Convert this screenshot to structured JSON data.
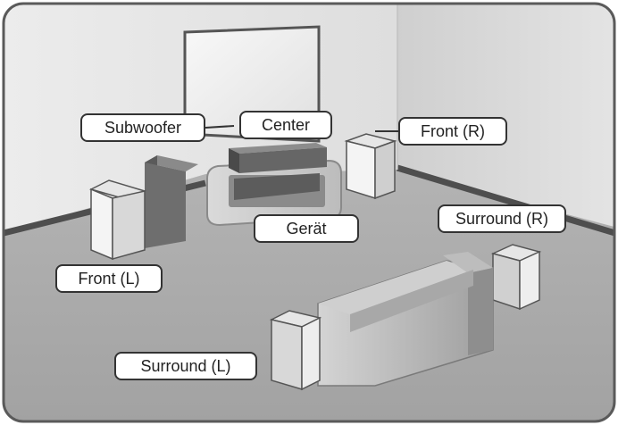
{
  "labels": {
    "subwoofer": "Subwoofer",
    "center": "Center",
    "front_r": "Front (R)",
    "geraet": "Gerät",
    "surround_r": "Surround (R)",
    "front_l": "Front (L)",
    "surround_l": "Surround (L)"
  },
  "colors": {
    "frame": "#5a5a5a",
    "wall_back": "#e6e6e6",
    "wall_right": "#d9d9d9",
    "floor": "#a9a9a9",
    "speaker_light": "#f2f2f2",
    "speaker_dark": "#6a6a6a",
    "label_border": "#333333"
  }
}
